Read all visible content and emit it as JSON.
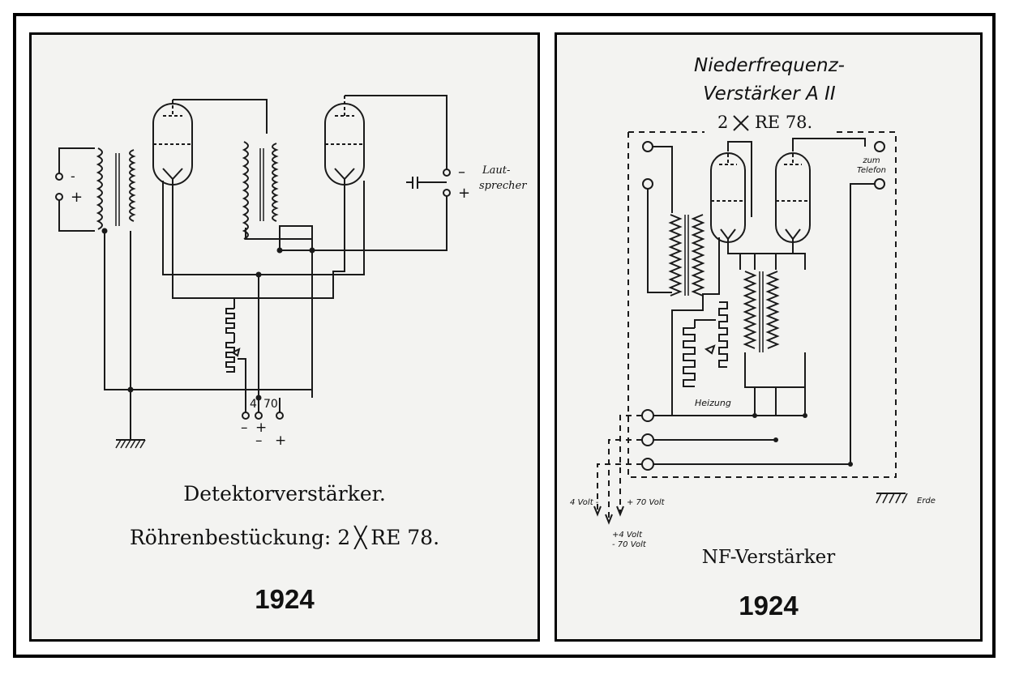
{
  "left_panel": {
    "caption": "Detektorverstärker.",
    "tubes_prefix": "Röhrenbestückung: 2",
    "tubes_suffix": "RE 78.",
    "year": "1924",
    "labels": {
      "in_minus": "-",
      "in_plus": "+",
      "speaker_minus": "–",
      "speaker_plus": "+",
      "speaker_1": "Laut-",
      "speaker_2": "sprecher",
      "v4": "4",
      "v70": "70",
      "bot_minus1": "–",
      "bot_plus1": "+",
      "bot_minus2": "–",
      "bot_plus2": "+"
    }
  },
  "right_panel": {
    "title_1": "Niederfrequenz-",
    "title_2": "Verstärker A II",
    "tubes_prefix": "2",
    "tubes_suffix": "RE 78.",
    "labels": {
      "zum": "zum",
      "telefon": "Telefon",
      "heizung": "Heizung",
      "v4_minus": "4 Volt -",
      "v70_plus": "+ 70 Volt",
      "v4_plus": "+4 Volt",
      "v70_minus": "- 70 Volt",
      "erde": "Erde"
    },
    "caption": "NF-Verstärker",
    "year": "1924"
  }
}
